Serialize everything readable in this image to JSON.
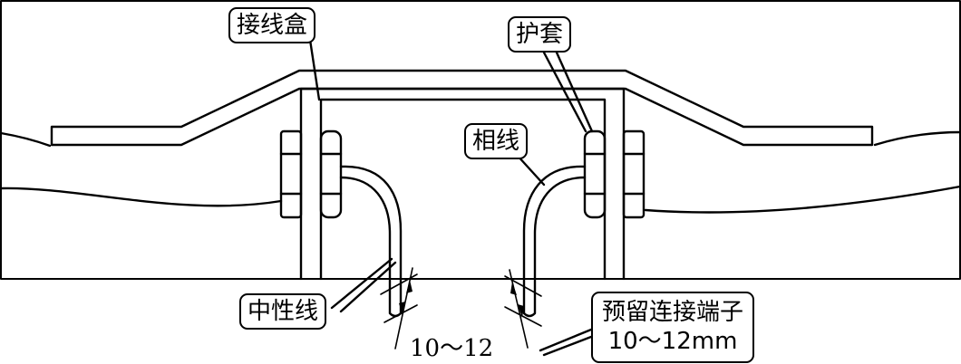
{
  "labels": {
    "junction_box": "接线盒",
    "sheath": "护套",
    "phase_wire": "相线",
    "neutral_wire": "中性线",
    "reserved_terminal_line1": "预留连接端子",
    "reserved_terminal_line2": "10～12mm"
  },
  "dimensions": {
    "left_terminal_length": "10～12"
  }
}
